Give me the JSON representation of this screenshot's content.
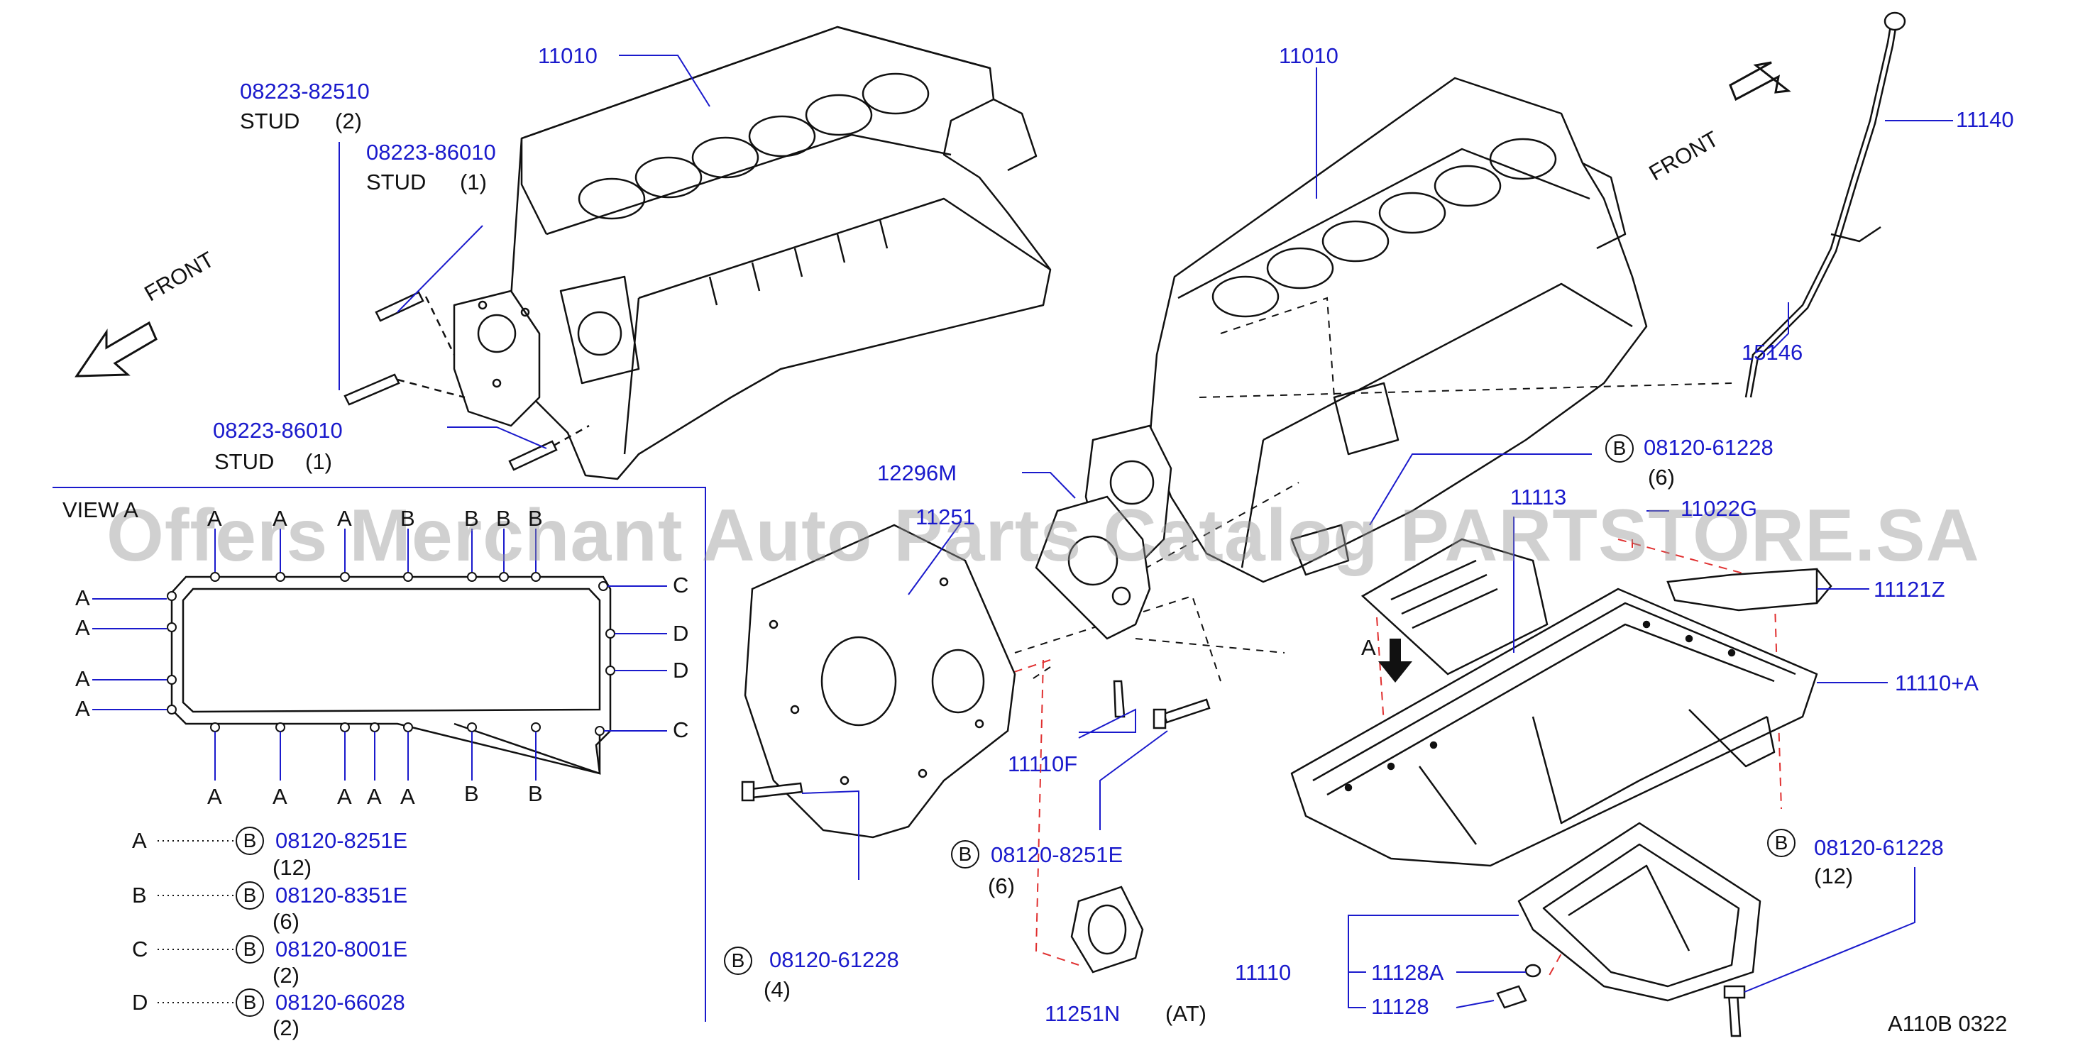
{
  "watermark": "Offers Merchant Auto Parts Catalog PARTSTORE.SA",
  "callouts": [
    {
      "id": "c1",
      "pn": "11010"
    },
    {
      "id": "c2",
      "pn": "11010"
    },
    {
      "id": "c3",
      "pn": "08223-82510",
      "name": "STUD",
      "qty": "(2)"
    },
    {
      "id": "c4",
      "pn": "08223-86010",
      "name": "STUD",
      "qty": "(1)"
    },
    {
      "id": "c5",
      "pn": "08223-86010",
      "name": "STUD",
      "qty": "(1)"
    },
    {
      "id": "c6",
      "pn": "11140"
    },
    {
      "id": "c7",
      "pn": "15146"
    },
    {
      "id": "c8",
      "pn": "08120-61228",
      "qty": "(6)",
      "badge": "B"
    },
    {
      "id": "c9",
      "pn": "12296M"
    },
    {
      "id": "c10",
      "pn": "11251"
    },
    {
      "id": "c11",
      "pn": "11113"
    },
    {
      "id": "c12",
      "pn": "11022G"
    },
    {
      "id": "c13",
      "pn": "11121Z"
    },
    {
      "id": "c14",
      "pn": "11110+A"
    },
    {
      "id": "c15",
      "pn": "11110F"
    },
    {
      "id": "c16",
      "pn": "08120-8251E",
      "qty": "(6)",
      "badge": "B"
    },
    {
      "id": "c17",
      "pn": "08120-61228",
      "qty": "(12)",
      "badge": "B"
    },
    {
      "id": "c18",
      "pn": "08120-61228",
      "qty": "(4)",
      "badge": "B"
    },
    {
      "id": "c19",
      "pn": "11110"
    },
    {
      "id": "c20",
      "pn": "11128A"
    },
    {
      "id": "c21",
      "pn": "11128"
    },
    {
      "id": "c22",
      "pn": "11251N",
      "note": "(AT)"
    }
  ],
  "front_labels": [
    "FRONT",
    "FRONT"
  ],
  "view_a": {
    "title": "VIEW  A",
    "top_letters": [
      "A",
      "A",
      "A",
      "B",
      "B",
      "B",
      "B"
    ],
    "left_letters": [
      "A",
      "A",
      "A",
      "A"
    ],
    "right_letters": [
      "C",
      "D",
      "D",
      "C"
    ],
    "bottom_letters": [
      "A",
      "A",
      "A",
      "A",
      "A",
      "B",
      "B"
    ],
    "arrow_letter": "A",
    "legend": [
      {
        "key": "A",
        "badge": "B",
        "pn": "08120-8251E",
        "qty": "(12)"
      },
      {
        "key": "B",
        "badge": "B",
        "pn": "08120-8351E",
        "qty": "(6)"
      },
      {
        "key": "C",
        "badge": "B",
        "pn": "08120-8001E",
        "qty": "(2)"
      },
      {
        "key": "D",
        "badge": "B",
        "pn": "08120-66028",
        "qty": "(2)"
      }
    ]
  },
  "footer_code": "A110B   0322",
  "colors": {
    "part_number": "#1a1acc",
    "text": "#111111",
    "leader": "#1a1acc",
    "dash_red": "#e03030",
    "line": "#111111"
  }
}
